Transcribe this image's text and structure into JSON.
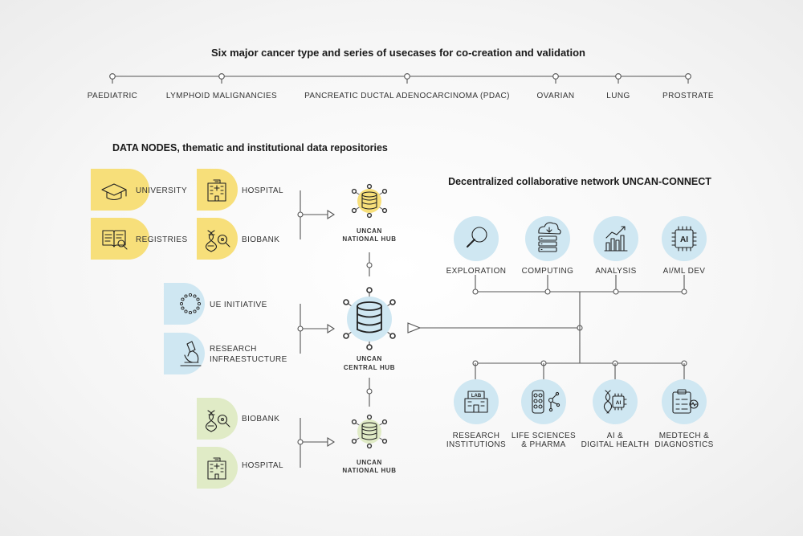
{
  "timeline": {
    "title": "Six major cancer type and series of usecases for co-creation and validation",
    "items": [
      "PAEDIATRIC",
      "LYMPHOID MALIGNANCIES",
      "PANCREATIC DUCTAL ADENOCARCINOMA (PDAC)",
      "OVARIAN",
      "LUNG",
      "PROSTRATE"
    ]
  },
  "data_nodes": {
    "title": "DATA NODES, thematic and institutional data repositories",
    "group1": [
      "UNIVERSITY",
      "HOSPITAL",
      "REGISTRIES",
      "BIOBANK"
    ],
    "group2": [
      "UE INITIATIVE",
      "RESEARCH",
      "INFRAESTUCTURE"
    ],
    "group3": [
      "BIOBANK",
      "HOSPITAL"
    ]
  },
  "hubs": {
    "national_top": [
      "UNCAN",
      "NATIONAL HUB"
    ],
    "central": [
      "UNCAN",
      "CENTRAL HUB"
    ],
    "national_bottom": [
      "UNCAN",
      "NATIONAL HUB"
    ]
  },
  "network": {
    "title": "Decentralized collaborative network UNCAN-CONNECT",
    "services": [
      "EXPLORATION",
      "COMPUTING",
      "ANALYSIS",
      "AI/ML DEV"
    ],
    "stakeholders": [
      [
        "RESEARCH",
        "INSTITUTIONS"
      ],
      [
        "LIFE SCIENCES",
        "& PHARMA"
      ],
      [
        "AI &",
        "DIGITAL HEALTH"
      ],
      [
        "MEDTECH &",
        "DIAGNOSTICS"
      ]
    ],
    "ai_chip_text": "AI",
    "lab_sign_text": "LAB"
  },
  "colors": {
    "yellow": "#f7df7a",
    "blue": "#cfe7f2",
    "green": "#e0ebc6",
    "line": "#555555"
  }
}
